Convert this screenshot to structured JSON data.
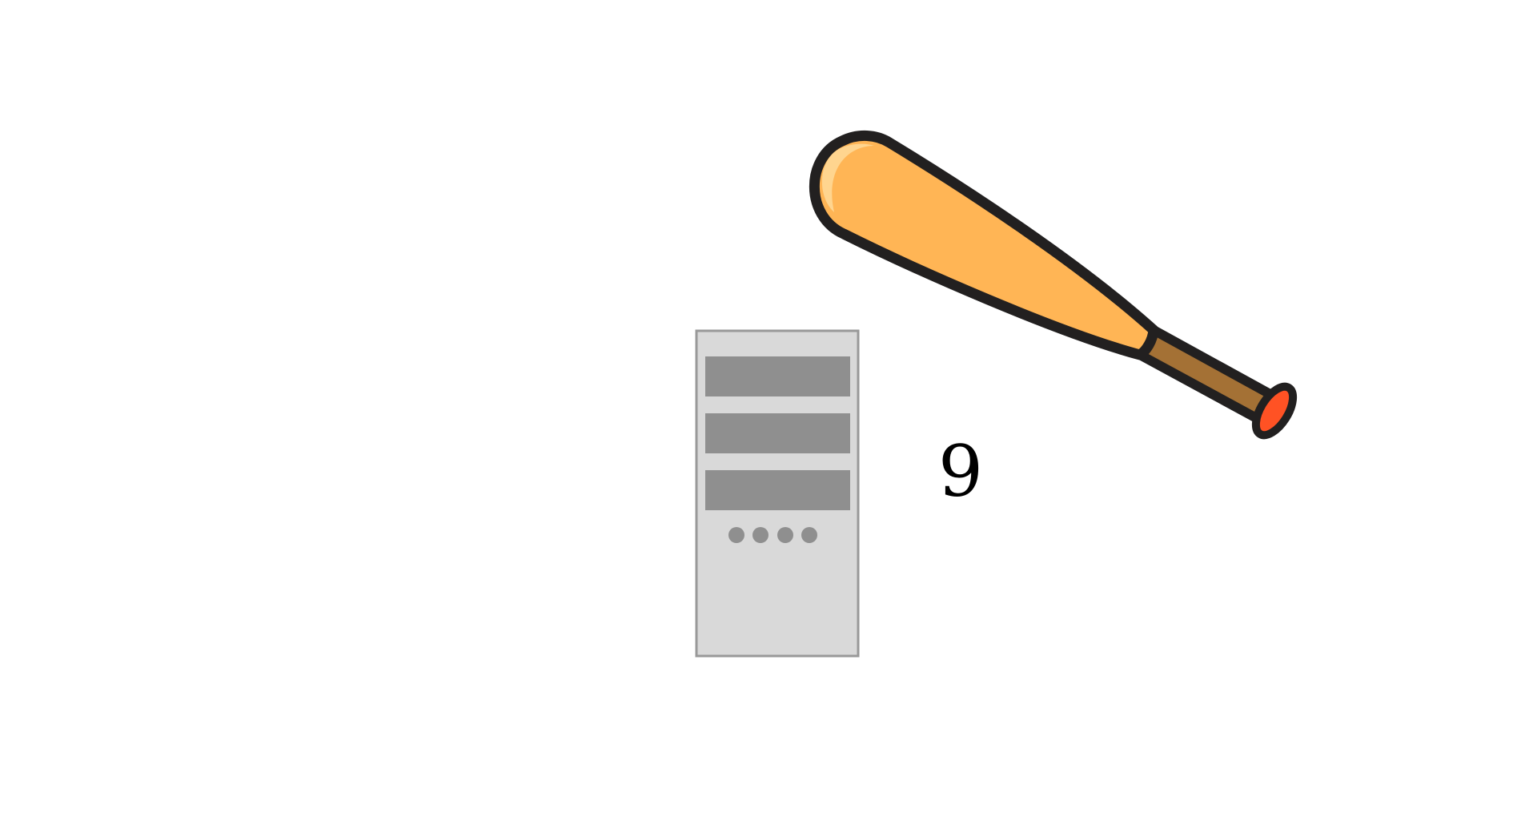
{
  "scene": {
    "number_label": "9",
    "objects": [
      {
        "name": "server-tower",
        "description_icon": "server-tower-icon"
      },
      {
        "name": "baseball-bat",
        "description_icon": "baseball-bat-icon"
      }
    ]
  },
  "colors": {
    "background": "#ffffff",
    "server_body": "#d9d9d9",
    "server_border": "#999999",
    "server_bay": "#8f8f8f",
    "server_light": "#8f8f8f",
    "bat_barrel": "#ffb555",
    "bat_highlight": "#ffd58f",
    "bat_handle": "#a47135",
    "bat_knob": "#ff5224",
    "bat_outline": "#222020",
    "text": "#000000"
  }
}
